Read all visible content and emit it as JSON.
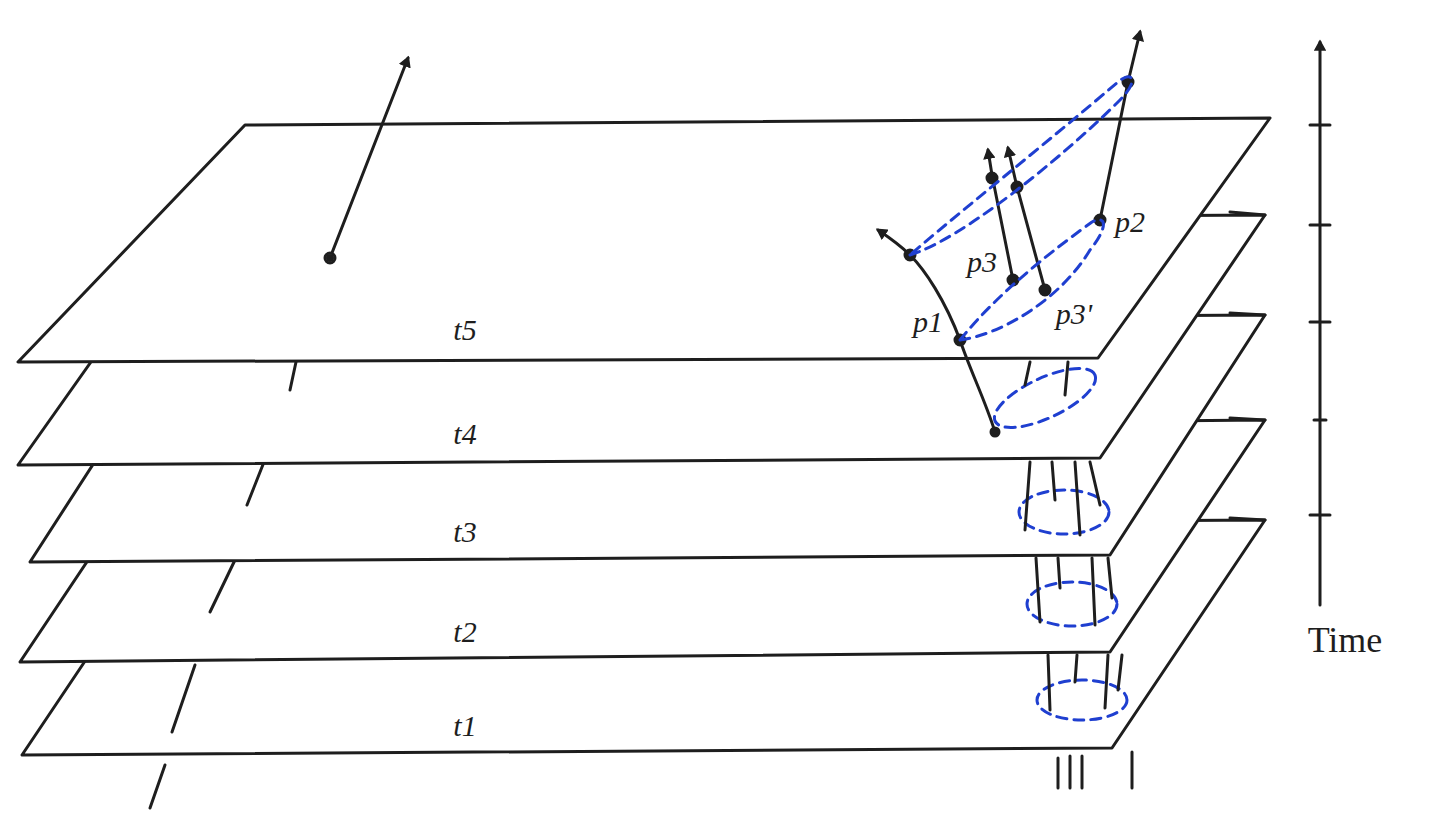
{
  "diagram": {
    "labels": [
      "p2",
      "p3",
      "p1",
      "p3'",
      "t5",
      "t4",
      "t3",
      "t2",
      "t1",
      "Time"
    ]
  }
}
